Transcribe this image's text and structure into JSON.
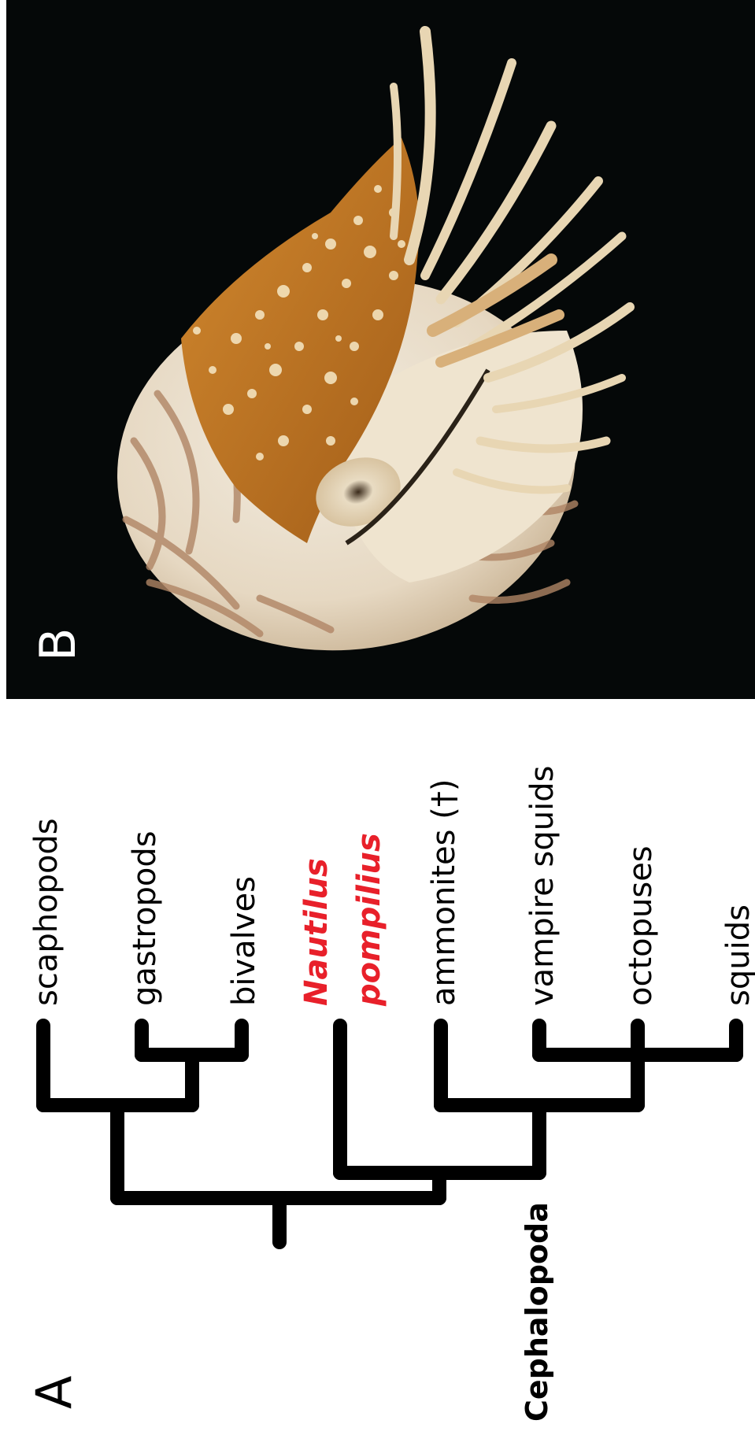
{
  "panels": {
    "a": "A",
    "b": "B"
  },
  "tree": {
    "clade_label": "Cephalopoda",
    "taxa": {
      "scaphopods": "scaphopods",
      "gastropods": "gastropods",
      "bivalves": "bivalves",
      "nautilus_line1": "Nautilus",
      "nautilus_line2": "pompilius",
      "ammonites": "ammonites (†)",
      "vampire_squids": "vampire squids",
      "octopuses": "octopuses",
      "squids": "squids"
    }
  },
  "colors": {
    "highlight": "#e8202a",
    "tree": "#000000",
    "photo_background": "#050808"
  },
  "photo": {
    "subject_icon": "nautilus-photo"
  }
}
